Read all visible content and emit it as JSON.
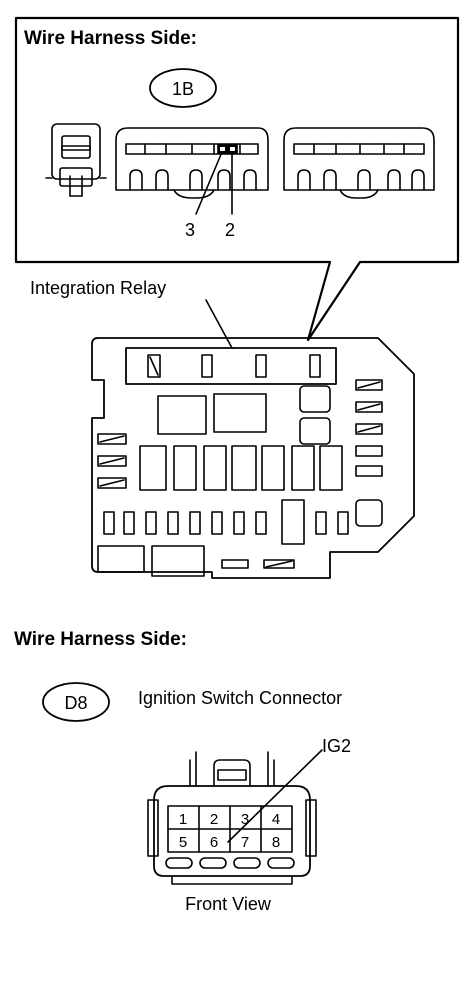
{
  "top_section": {
    "heading": "Wire Harness Side:",
    "connector_id": "1B",
    "pin_labels": [
      "3",
      "2"
    ]
  },
  "relay_label": "Integration Relay",
  "bottom_section": {
    "heading": "Wire Harness Side:",
    "connector_id": "D8",
    "connector_name": "Ignition Switch Connector",
    "terminal_label": "IG2",
    "pins_top_row": [
      "1",
      "2",
      "3",
      "4"
    ],
    "pins_bottom_row": [
      "5",
      "6",
      "7",
      "8"
    ],
    "view_label": "Front View"
  }
}
